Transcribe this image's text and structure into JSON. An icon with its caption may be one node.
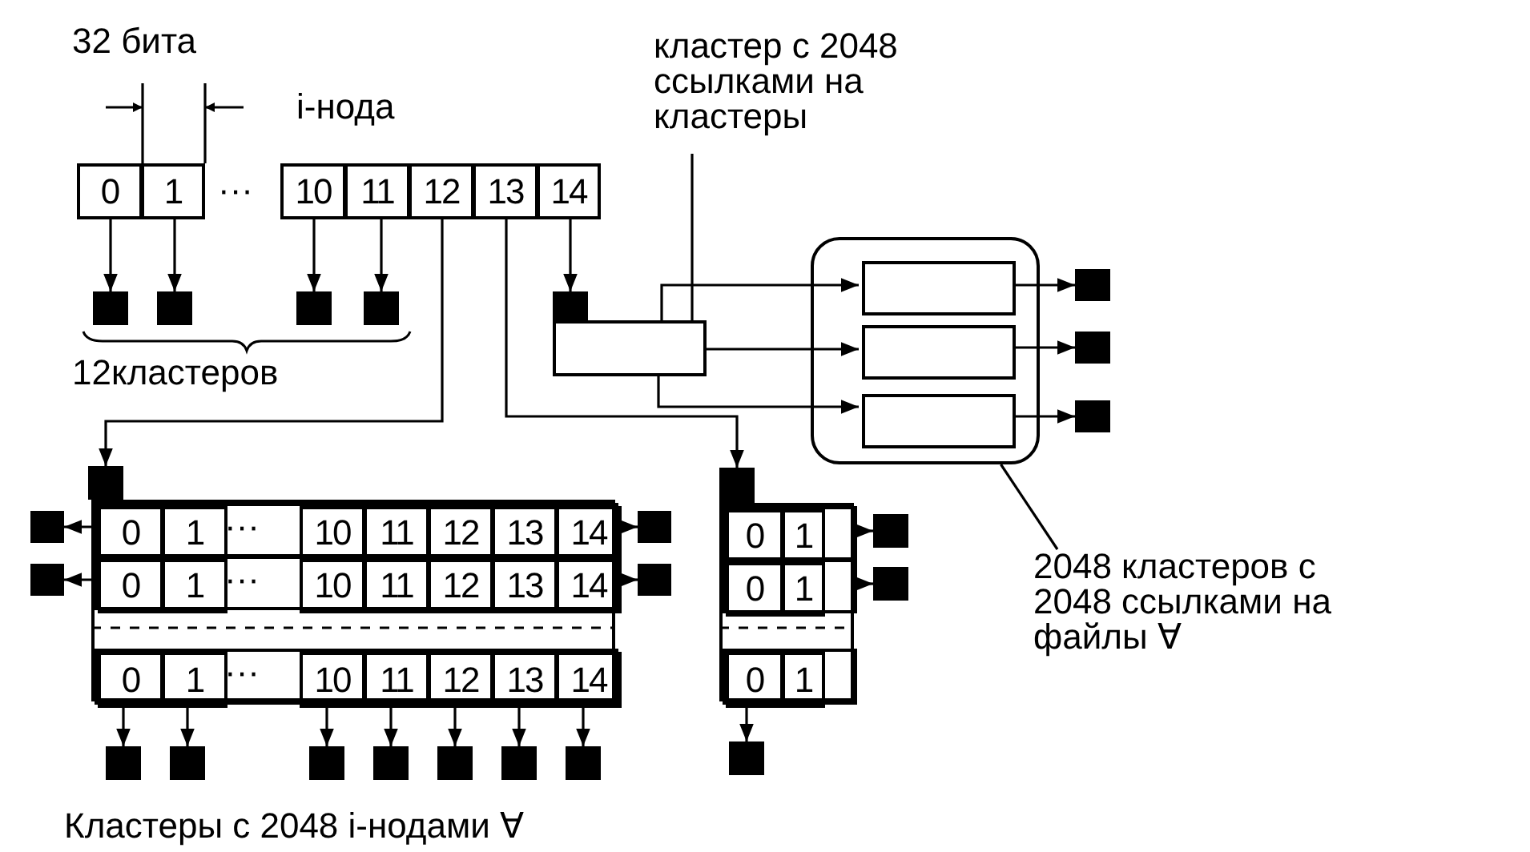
{
  "diagram": {
    "nodes": [
      {
        "text": [
          "i-нода"
        ]
      },
      {
        "text": [
          "0"
        ],
        "in": 0
      },
      {
        "text": [
          "1"
        ],
        "in": 0
      },
      {
        "text": [
          "10"
        ],
        "in": 0
      },
      {
        "text": [
          "11"
        ],
        "in": 0
      },
      {
        "text": [
          "12"
        ],
        "in": 0
      },
      {
        "text": [
          "13"
        ],
        "in": 0
      },
      {
        "text": [
          "14"
        ],
        "in": 0
      },
      {
        "text": [],
        "shape": "box"
      },
      {
        "text": [],
        "shape": "box"
      },
      {
        "text": [],
        "shape": "box"
      },
      {
        "text": [],
        "shape": "box"
      },
      {
        "text": [],
        "shape": "box"
      },
      {
        "text": [],
        "shape": "box"
      },
      {
        "text": [
          "кластер с 2048 ссылками на кластеры"
        ]
      },
      {
        "text": [],
        "shape": "box"
      },
      {
        "text": [],
        "shape": "box",
        "in": 15
      },
      {
        "text": [],
        "shape": "box",
        "in": 15
      },
      {
        "text": [],
        "shape": "box",
        "in": 15
      },
      {
        "text": [],
        "shape": "box"
      },
      {
        "text": [],
        "shape": "box"
      },
      {
        "text": [],
        "shape": "box"
      },
      {
        "text": [
          "2048 кластеров с 2048 ссылками на файлы ∀"
        ]
      },
      {
        "text": [],
        "shape": "box"
      },
      {
        "text": [],
        "shape": "box"
      },
      {
        "text": [],
        "shape": "box",
        "in": 24
      },
      {
        "text": [
          "0"
        ],
        "in": 25
      },
      {
        "text": [
          "1"
        ],
        "in": 25
      },
      {
        "text": [
          "10"
        ],
        "in": 25
      },
      {
        "text": [
          "11"
        ],
        "in": 25
      },
      {
        "text": [
          "12"
        ],
        "in": 25
      },
      {
        "text": [
          "13"
        ],
        "in": 25
      },
      {
        "text": [
          "14"
        ],
        "in": 25
      },
      {
        "text": [],
        "shape": "box",
        "in": 24
      },
      {
        "text": [
          "0"
        ],
        "in": 33
      },
      {
        "text": [
          "1"
        ],
        "in": 33
      },
      {
        "text": [
          "10"
        ],
        "in": 33
      },
      {
        "text": [
          "11"
        ],
        "in": 33
      },
      {
        "text": [
          "12"
        ],
        "in": 33
      },
      {
        "text": [
          "13"
        ],
        "in": 33
      },
      {
        "text": [
          "14"
        ],
        "in": 33
      },
      {
        "text": [],
        "shape": "box",
        "in": 24
      },
      {
        "text": [
          "0"
        ],
        "in": 41
      },
      {
        "text": [
          "1"
        ],
        "in": 41
      },
      {
        "text": [
          "10"
        ],
        "in": 41
      },
      {
        "text": [
          "11"
        ],
        "in": 41
      },
      {
        "text": [
          "12"
        ],
        "in": 41
      },
      {
        "text": [
          "13"
        ],
        "in": 41
      },
      {
        "text": [
          "14"
        ],
        "in": 41
      },
      {
        "text": [],
        "shape": "box"
      },
      {
        "text": [],
        "shape": "box"
      },
      {
        "text": [],
        "shape": "box"
      },
      {
        "text": [],
        "shape": "box"
      },
      {
        "text": [],
        "shape": "box"
      },
      {
        "text": [],
        "shape": "box"
      },
      {
        "text": [],
        "shape": "box"
      },
      {
        "text": [],
        "shape": "box"
      },
      {
        "text": [],
        "shape": "box"
      },
      {
        "text": [],
        "shape": "box"
      },
      {
        "text": [],
        "shape": "box"
      },
      {
        "text": [],
        "shape": "box"
      },
      {
        "text": [],
        "shape": "box"
      },
      {
        "text": [],
        "shape": "box",
        "in": 61
      },
      {
        "text": [
          "0"
        ],
        "in": 62
      },
      {
        "text": [
          "1"
        ],
        "in": 62
      },
      {
        "text": [],
        "shape": "box",
        "in": 61
      },
      {
        "text": [
          "0"
        ],
        "in": 65
      },
      {
        "text": [
          "1"
        ],
        "in": 65
      },
      {
        "text": [],
        "shape": "box",
        "in": 61
      },
      {
        "text": [
          "0"
        ],
        "in": 68
      },
      {
        "text": [
          "1"
        ],
        "in": 68
      },
      {
        "text": [],
        "shape": "box"
      },
      {
        "text": [],
        "shape": "box"
      },
      {
        "text": [],
        "shape": "box"
      }
    ],
    "edges": [
      {
        "from": 1,
        "to": 8,
        "arrow": "to"
      },
      {
        "from": 2,
        "to": 9,
        "arrow": "to"
      },
      {
        "from": 3,
        "to": 10,
        "arrow": "to"
      },
      {
        "from": 4,
        "to": 11,
        "arrow": "to"
      },
      {
        "from": 7,
        "to": 12,
        "arrow": "to"
      },
      {
        "from": 14,
        "to": 13,
        "arrow": "none"
      },
      {
        "from": 13,
        "to": 16,
        "arrow": "to"
      },
      {
        "from": 13,
        "to": 17,
        "arrow": "to"
      },
      {
        "from": 13,
        "to": 18,
        "arrow": "to"
      },
      {
        "from": 16,
        "to": 19,
        "arrow": "to"
      },
      {
        "from": 17,
        "to": 20,
        "arrow": "to"
      },
      {
        "from": 18,
        "to": 21,
        "arrow": "to"
      },
      {
        "from": 22,
        "to": 15,
        "arrow": "none"
      },
      {
        "from": 5,
        "to": 23,
        "arrow": "to"
      },
      {
        "from": 6,
        "to": 60,
        "arrow": "to"
      },
      {
        "from": 25,
        "to": 49,
        "arrow": "to"
      },
      {
        "from": 25,
        "to": 50,
        "arrow": "to"
      },
      {
        "from": 33,
        "to": 51,
        "arrow": "to"
      },
      {
        "from": 33,
        "to": 52,
        "arrow": "to"
      },
      {
        "from": 42,
        "to": 53,
        "arrow": "to"
      },
      {
        "from": 43,
        "to": 54,
        "arrow": "to"
      },
      {
        "from": 44,
        "to": 55,
        "arrow": "to"
      },
      {
        "from": 45,
        "to": 56,
        "arrow": "to"
      },
      {
        "from": 46,
        "to": 57,
        "arrow": "to"
      },
      {
        "from": 47,
        "to": 58,
        "arrow": "to"
      },
      {
        "from": 48,
        "to": 59,
        "arrow": "to"
      },
      {
        "from": 62,
        "to": 71,
        "arrow": "to"
      },
      {
        "from": 65,
        "to": 72,
        "arrow": "to"
      },
      {
        "from": 69,
        "to": 73,
        "arrow": "to"
      }
    ],
    "labels": [
      "32 бита",
      "12кластеров",
      "···",
      "···",
      "···",
      "···",
      "Кластеры с 2048 i-нодами ∀"
    ]
  }
}
